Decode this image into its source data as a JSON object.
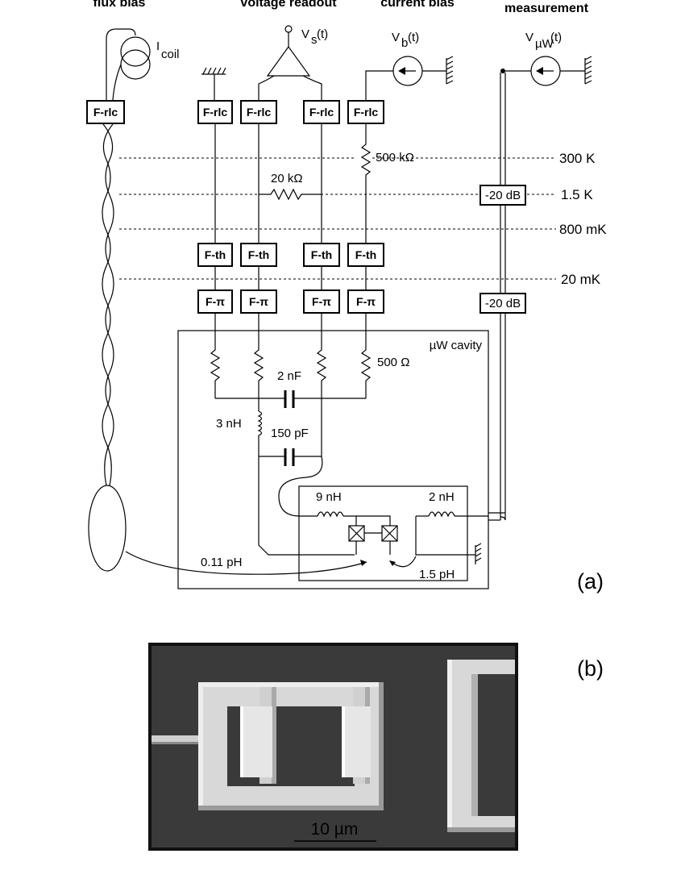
{
  "headers": {
    "flux_bias": "flux bias",
    "voltage_readout": "voltage readout",
    "current_bias": "current bias",
    "measurement": "measurement"
  },
  "sources": {
    "coil_label": "I",
    "coil_sub": "coil",
    "vs_label": "V",
    "vs_sub": "s",
    "vs_arg": "(t)",
    "vb_label": "V",
    "vb_sub": "b",
    "vb_arg": "(t)",
    "vuw_label": "V",
    "vuw_sub": "µW",
    "vuw_arg": "(t)"
  },
  "filters": {
    "rlc": "F-rlc",
    "th": "F-th",
    "pi": "F-π"
  },
  "attenuators": {
    "top": "-20 dB",
    "bottom": "-20 dB"
  },
  "temperatures": [
    "300 K",
    "1.5 K",
    "800 mK",
    "20 mK"
  ],
  "components": {
    "r_500k": "500 kΩ",
    "r_20k": "20 kΩ",
    "cavity": "µW cavity",
    "r_500": "500 Ω",
    "c_2nf": "2 nF",
    "l_3nh": "3 nH",
    "c_150pf": "150 pF",
    "l_9nh": "9 nH",
    "l_2nh": "2 nH",
    "m_011": "0.11 pH",
    "m_15": "1.5 pH"
  },
  "panels": {
    "a": "(a)",
    "b": "(b)"
  },
  "micrograph": {
    "scale_label": "10 µm"
  }
}
